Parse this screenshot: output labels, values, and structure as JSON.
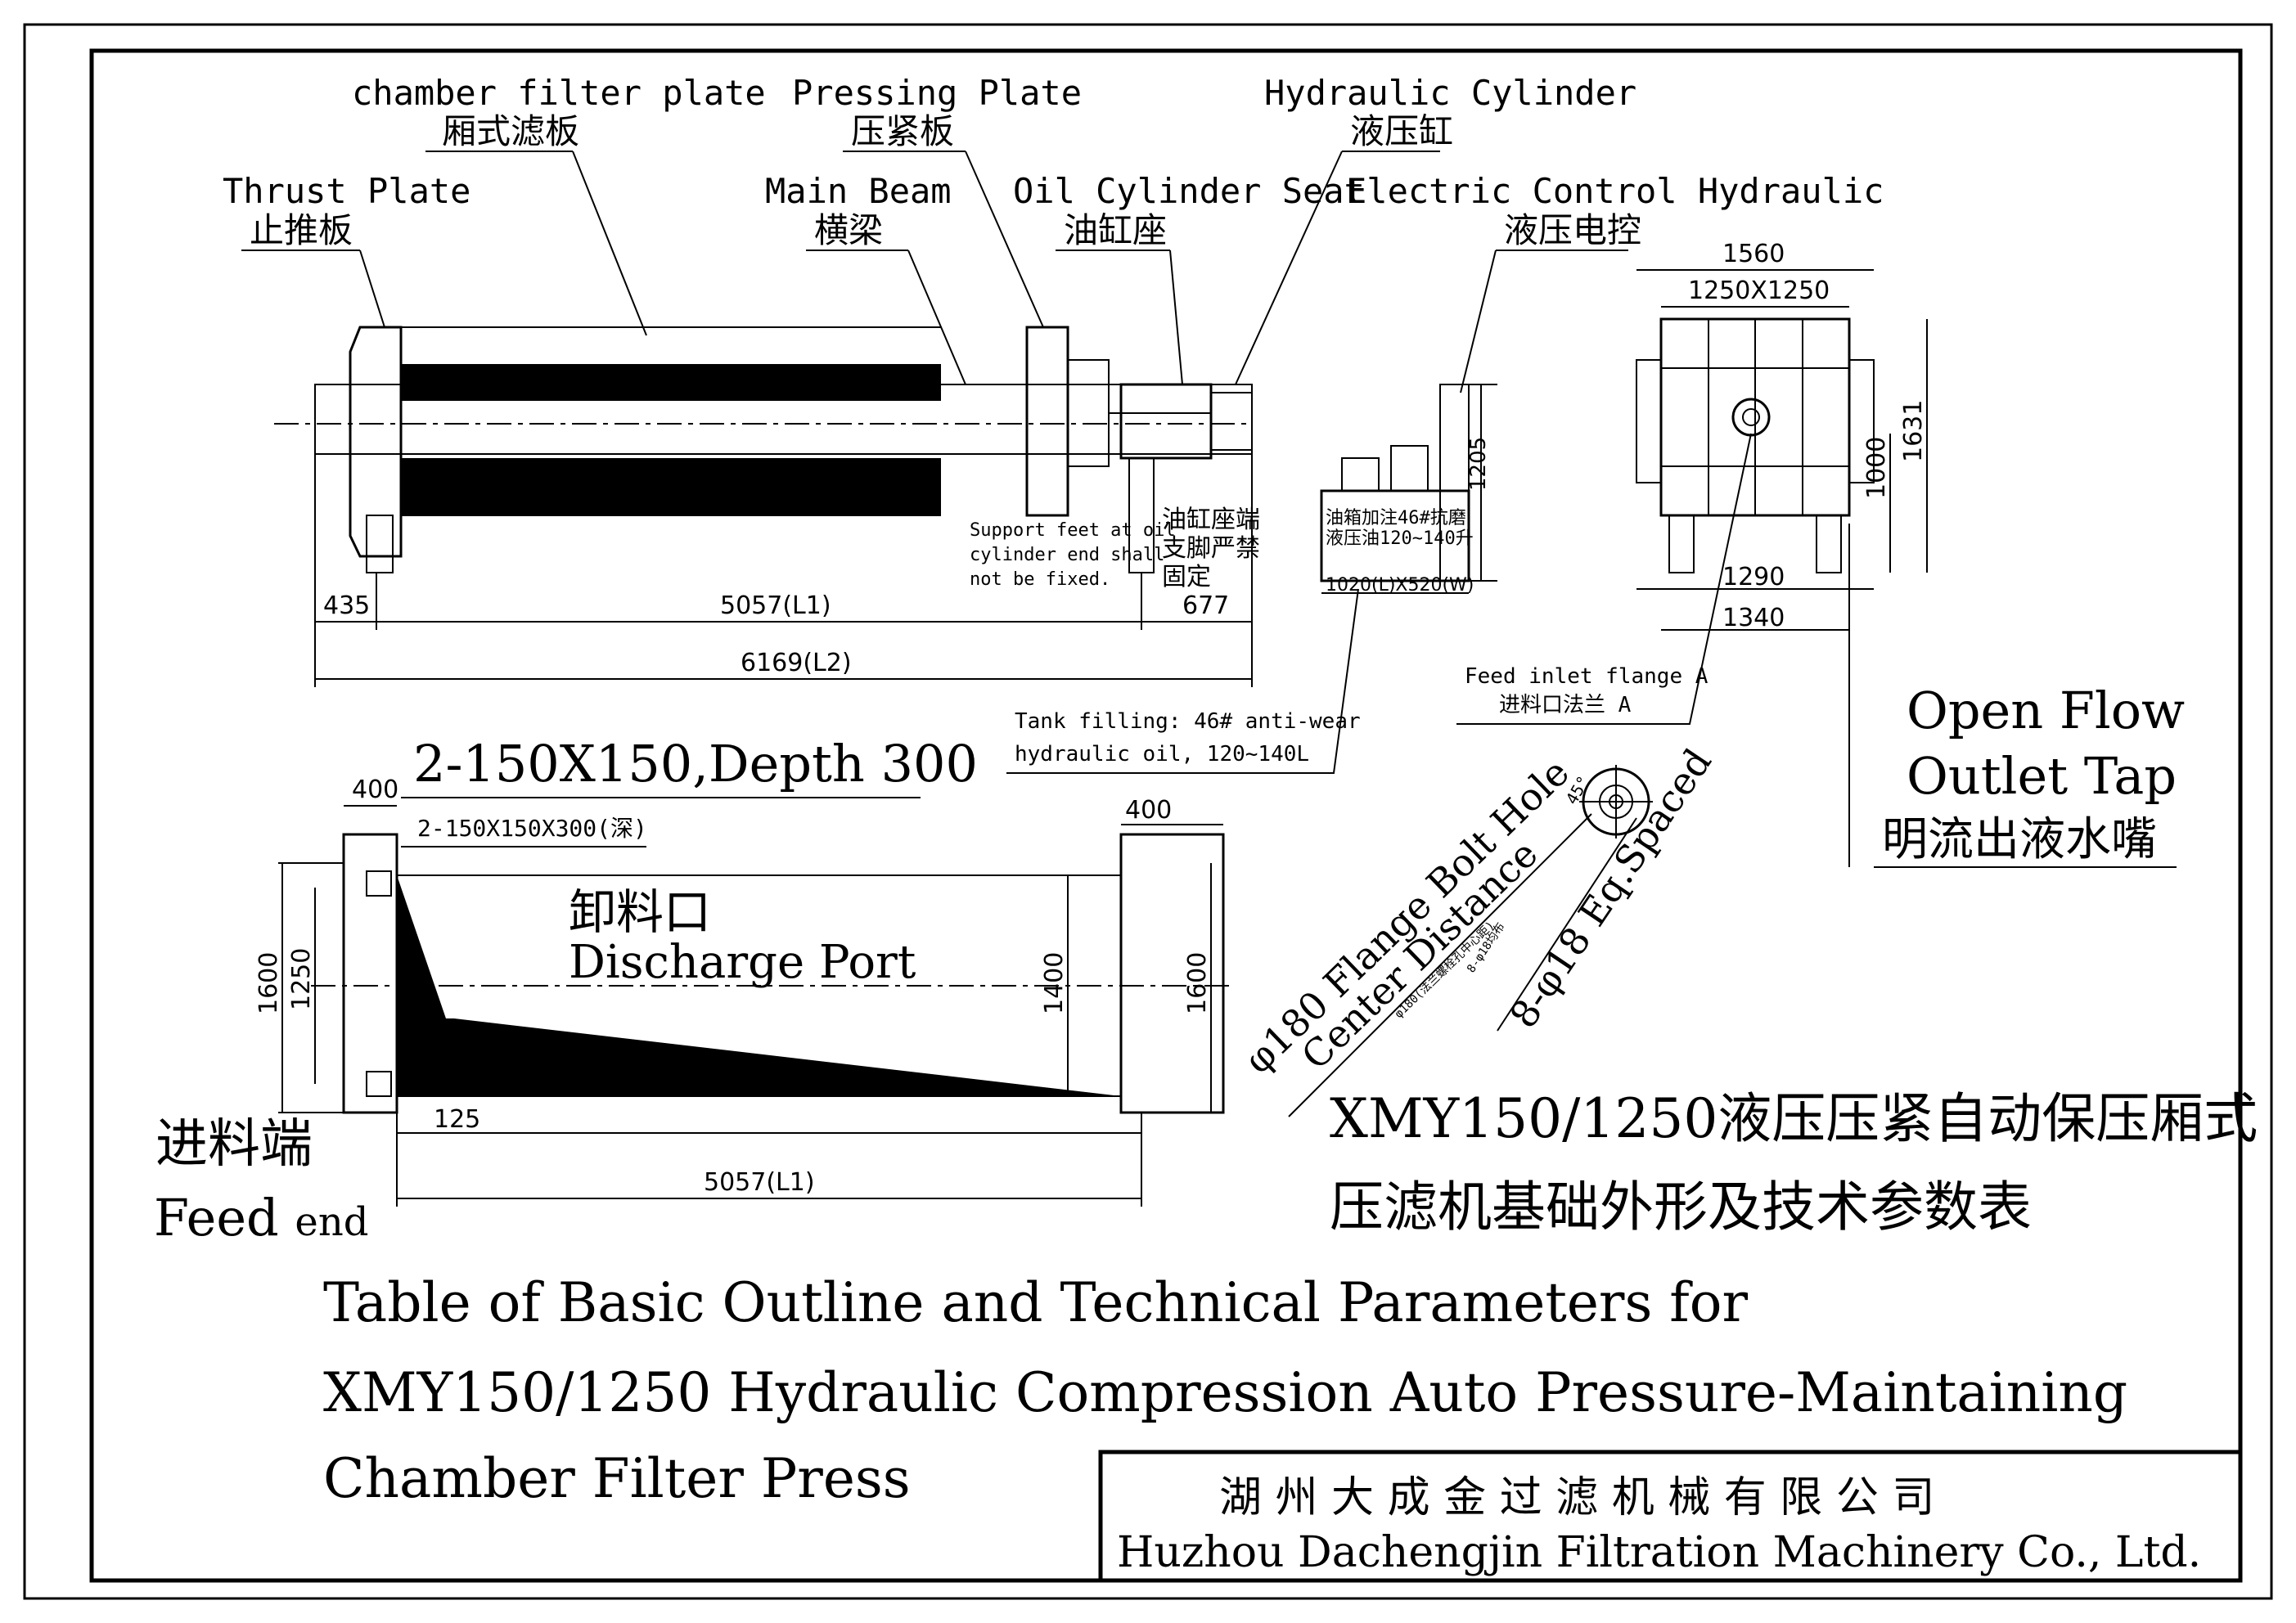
{
  "labels": {
    "chamber_plate_en": "chamber filter plate",
    "chamber_plate_cn": "厢式滤板",
    "pressing_plate_en": "Pressing Plate",
    "pressing_plate_cn": "压紧板",
    "hydraulic_cylinder_en": "Hydraulic Cylinder",
    "hydraulic_cylinder_cn": "液压缸",
    "thrust_plate_en": "Thrust Plate",
    "thrust_plate_cn": "止推板",
    "main_beam_en": "Main Beam",
    "main_beam_cn": "横梁",
    "oil_cyl_seat_en": "Oil Cylinder Seat",
    "oil_cyl_seat_cn": "油缸座",
    "electric_control_en": "Electric Control Hydraulic",
    "electric_control_cn": "液压电控",
    "support_feet_en_1": "Support feet at oil",
    "support_feet_en_2": "cylinder end shall",
    "support_feet_en_3": "not be fixed.",
    "support_feet_cn_1": "油缸座端",
    "support_feet_cn_2": "支脚严禁",
    "support_feet_cn_3": "固定",
    "tank_cn_1": "油箱加注46#抗磨",
    "tank_cn_2": "液压油120~140升",
    "tank_en_1": "Tank filling: 46# anti-wear",
    "tank_en_2": "hydraulic oil, 120~140L",
    "feed_inlet_en": "Feed inlet flange A",
    "feed_inlet_cn": "进料口法兰 A",
    "open_flow_1": "Open Flow",
    "open_flow_2": "Outlet Tap",
    "open_flow_cn": "明流出液水嘴",
    "pit_spec_big": "2-150X150,Depth 300",
    "pit_spec_small": "2-150X150X300(深)",
    "discharge_cn": "卸料口",
    "discharge_en": "Discharge Port",
    "feed_end_cn": "进料端",
    "feed_end_en_1": "Feed ",
    "feed_end_en_2": "end",
    "flange_bolt_1": "φ180 Flange Bolt Hole",
    "flange_bolt_2": "Center Distance",
    "eq_spaced": "8-φ18 Eq.Spaced",
    "flange_small_1": "φ180(法兰螺栓孔中心距)",
    "flange_small_2": "8-φ18均布",
    "angle": "45°"
  },
  "dims": {
    "d435": "435",
    "d5057": "5057(L1)",
    "d677": "677",
    "d6169": "6169(L2)",
    "tank_size": "1020(L)X520(W)",
    "d1205": "1205",
    "d1560": "1560",
    "d1250x1250": "1250X1250",
    "d1631": "1631",
    "d1000": "1000",
    "d1290": "1290",
    "d1340": "1340",
    "d400a": "400",
    "d400b": "400",
    "d1600a": "1600",
    "d1250": "1250",
    "d1400": "1400",
    "d1600b": "1600",
    "d125": "125",
    "d5057b": "5057(L1)"
  },
  "title": {
    "cn_1": "XMY150/1250液压压紧自动保压厢式",
    "cn_2": "压滤机基础外形及技术参数表",
    "en_1": "Table of Basic Outline and Technical Parameters for",
    "en_2": "XMY150/1250 Hydraulic Compression Auto Pressure-Maintaining",
    "en_3": "Chamber Filter Press"
  },
  "company": {
    "cn": "湖 州 大 成 金 过 滤 机 械 有 限 公 司",
    "en": "Huzhou Dachengjin Filtration Machinery Co., Ltd."
  }
}
